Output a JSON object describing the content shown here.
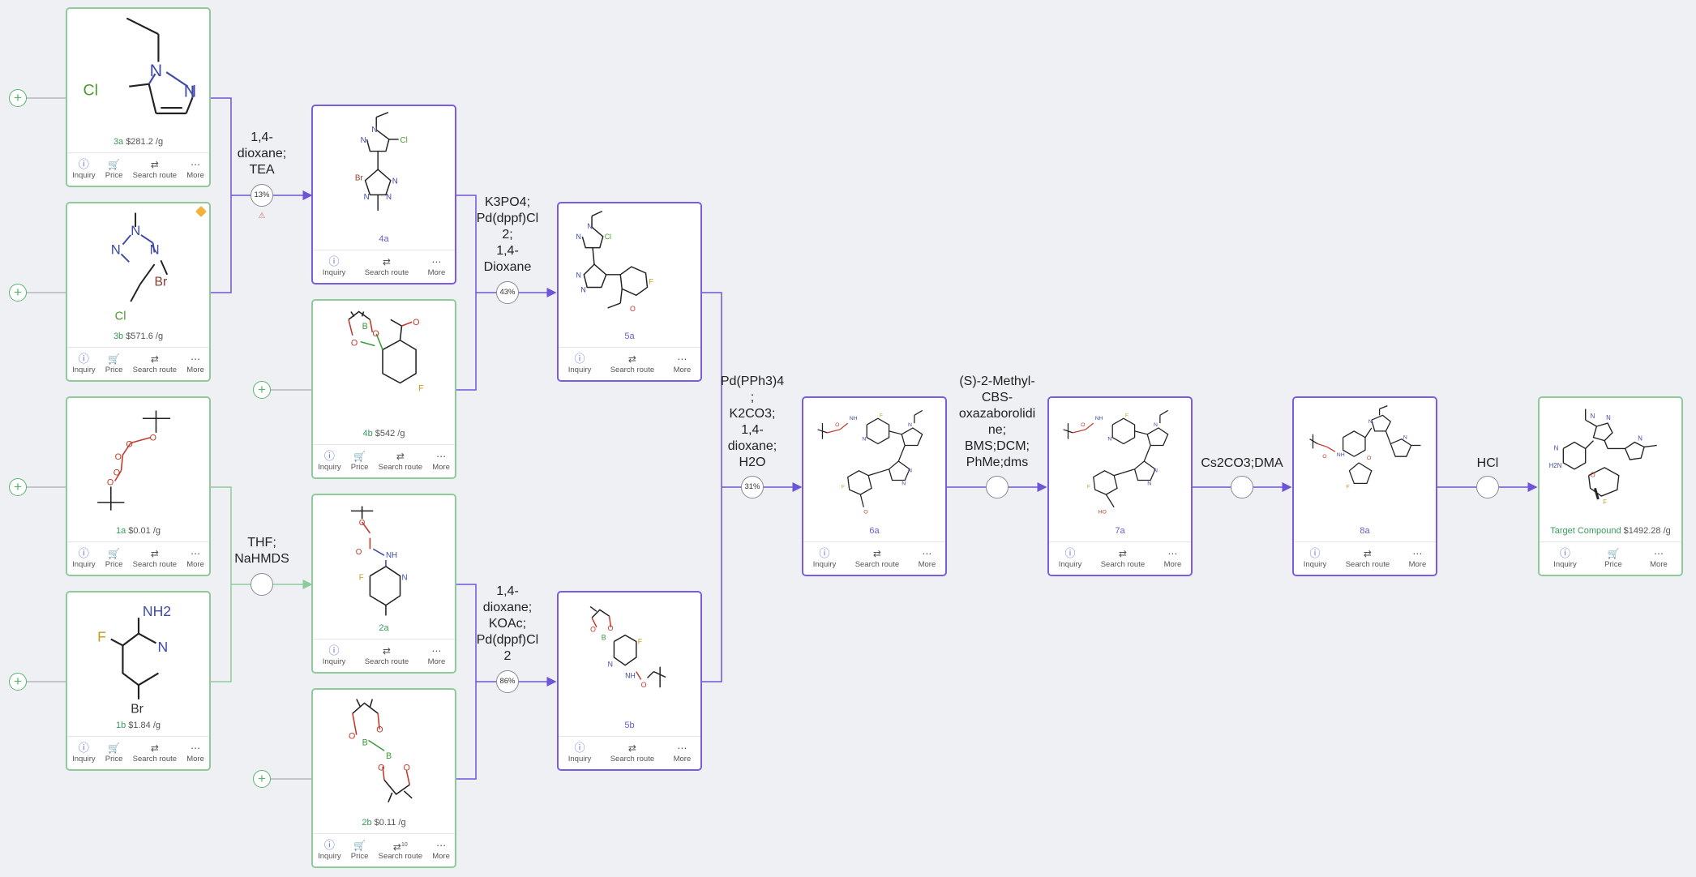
{
  "colors": {
    "reactant_border": "#8fca9c",
    "intermediate_border": "#7b5ce0",
    "arrow": "#6e54d6",
    "connector": "#8fca9c"
  },
  "actions": {
    "inquiry": "Inquiry",
    "price": "Price",
    "search_route": "Search route",
    "more": "More",
    "inquiry_icon": "info-icon",
    "price_icon": "cart-icon",
    "search_route_icon": "route-icon",
    "more_icon": "ellipsis-icon",
    "search_route_count_2b": "10"
  },
  "compounds": {
    "c3a": {
      "id": "3a",
      "price": "$281.2 /g"
    },
    "c3b": {
      "id": "3b",
      "price": "$571.6 /g"
    },
    "c1a": {
      "id": "1a",
      "price": "$0.01 /g"
    },
    "c1b": {
      "id": "1b",
      "price": "$1.84 /g"
    },
    "c4a": {
      "id": "4a"
    },
    "c4b": {
      "id": "4b",
      "price": "$542 /g"
    },
    "c2a": {
      "id": "2a"
    },
    "c2b": {
      "id": "2b",
      "price": "$0.11 /g"
    },
    "c5a": {
      "id": "5a"
    },
    "c5b": {
      "id": "5b"
    },
    "c6a": {
      "id": "6a"
    },
    "c7a": {
      "id": "7a"
    },
    "c8a": {
      "id": "8a"
    },
    "target": {
      "id": "Target Compound",
      "price": "$1492.28 /g"
    }
  },
  "reactions": {
    "r1": {
      "conditions": [
        "1,4-",
        "dioxane;",
        "TEA"
      ],
      "yield": "13%"
    },
    "r2": {
      "conditions": [
        "THF;",
        "NaHMDS"
      ]
    },
    "r3": {
      "conditions": [
        "K3PO4;",
        "Pd(dppf)Cl",
        "2;",
        "1,4-",
        "Dioxane"
      ],
      "yield": "43%"
    },
    "r4": {
      "conditions": [
        "1,4-",
        "dioxane;",
        "KOAc;",
        "Pd(dppf)Cl",
        "2"
      ],
      "yield": "86%"
    },
    "r5": {
      "conditions": [
        "Pd(PPh3)4",
        ";",
        "K2CO3;",
        "1,4-",
        "dioxane;",
        "H2O"
      ],
      "yield": "31%"
    },
    "r6": {
      "conditions": [
        "(S)-2-Methyl-",
        "CBS-",
        "oxazaborolidi",
        "ne;",
        "BMS;DCM;",
        "PhMe;dms"
      ]
    },
    "r7": {
      "conditions": [
        "Cs2CO3;DMA"
      ]
    },
    "r8": {
      "conditions": [
        "HCl"
      ]
    }
  },
  "atoms": {
    "cl": "Cl",
    "n": "N",
    "br": "Br",
    "f": "F",
    "b": "B",
    "o": "O",
    "nh2": "NH2",
    "nh": "NH",
    "ho": "HO",
    "h2n": "H2N"
  }
}
